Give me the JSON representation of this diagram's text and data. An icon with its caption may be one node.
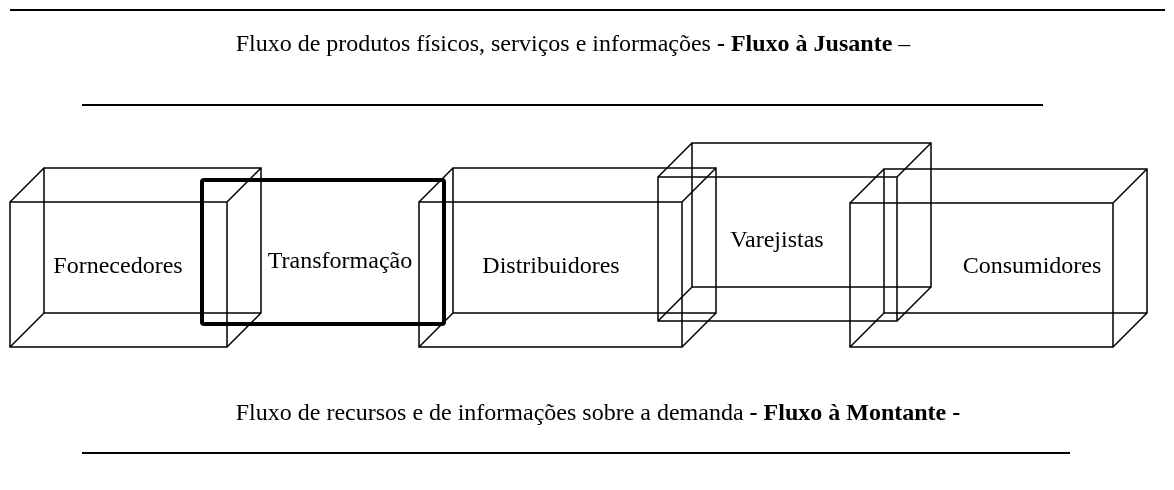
{
  "diagram": {
    "nodes": [
      {
        "text": [
          "Fornecedores"
        ]
      },
      {
        "text": [
          "Transformação"
        ]
      },
      {
        "text": [
          "Distribuidores"
        ]
      },
      {
        "text": [
          "Varejistas"
        ]
      },
      {
        "text": [
          "Consumidores"
        ]
      }
    ],
    "labels": [
      "Fluxo de produtos físicos, serviços e informações **- Fluxo à Jusante** –",
      "Fluxo de recursos e de informações sobre a demanda **- Fluxo à Montante -**"
    ]
  }
}
